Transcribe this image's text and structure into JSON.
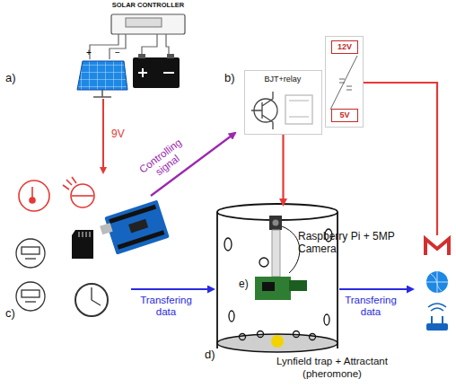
{
  "diagram": {
    "nodes": [
      {
        "text": [
          "SOLAR CONTROLLER"
        ]
      },
      {
        "text": [
          "BJT+relay"
        ]
      },
      {
        "text": [
          "12V",
          "5V"
        ]
      },
      {
        "text": [
          "Raspberry Pi + 5MP Camera",
          "Lynfield trap + Attractant (pheromone)"
        ]
      }
    ],
    "edges": [
      {
        "from": 1,
        "to": 3,
        "arrow": "to"
      }
    ],
    "labels": [
      "a)",
      "9V",
      "b)",
      "Controlling signal",
      "c)",
      "Transfering data",
      "Transfering data",
      "d)",
      "e)"
    ]
  }
}
